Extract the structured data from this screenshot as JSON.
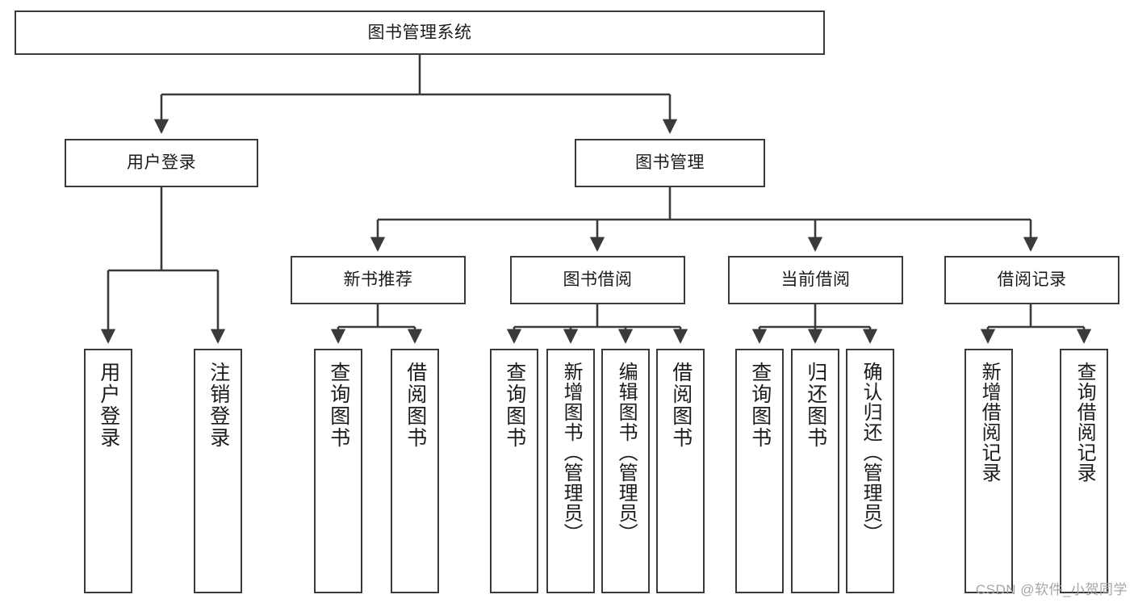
{
  "diagram": {
    "title": "图书管理系统",
    "type": "tree-hierarchy-diagram",
    "colors": {
      "stroke": "#3a3a3a",
      "fill": "#ffffff",
      "text": "#1b1b1b",
      "watermark": "#a6a6a6"
    },
    "nodes": {
      "root": {
        "label": "图书管理系统"
      },
      "level2": [
        {
          "label": "用户登录"
        },
        {
          "label": "图书管理"
        }
      ],
      "level3": [
        {
          "label": "新书推荐"
        },
        {
          "label": "图书借阅"
        },
        {
          "label": "当前借阅"
        },
        {
          "label": "借阅记录"
        }
      ],
      "leaves": {
        "user_login": [
          {
            "label": "用户登录"
          },
          {
            "label": "注销登录"
          }
        ],
        "new_book_recommend": [
          {
            "label": "查询图书"
          },
          {
            "label": "借阅图书"
          }
        ],
        "book_borrow": [
          {
            "label": "查询图书"
          },
          {
            "label": "新增图书（管理员）"
          },
          {
            "label": "编辑图书（管理员）"
          },
          {
            "label": "借阅图书"
          }
        ],
        "current_borrow": [
          {
            "label": "查询图书"
          },
          {
            "label": "归还图书"
          },
          {
            "label": "确认归还（管理员）"
          }
        ],
        "borrow_record": [
          {
            "label": "新增借阅记录"
          },
          {
            "label": "查询借阅记录"
          }
        ]
      }
    },
    "watermark": "CSDN @软件_小贺同学"
  }
}
